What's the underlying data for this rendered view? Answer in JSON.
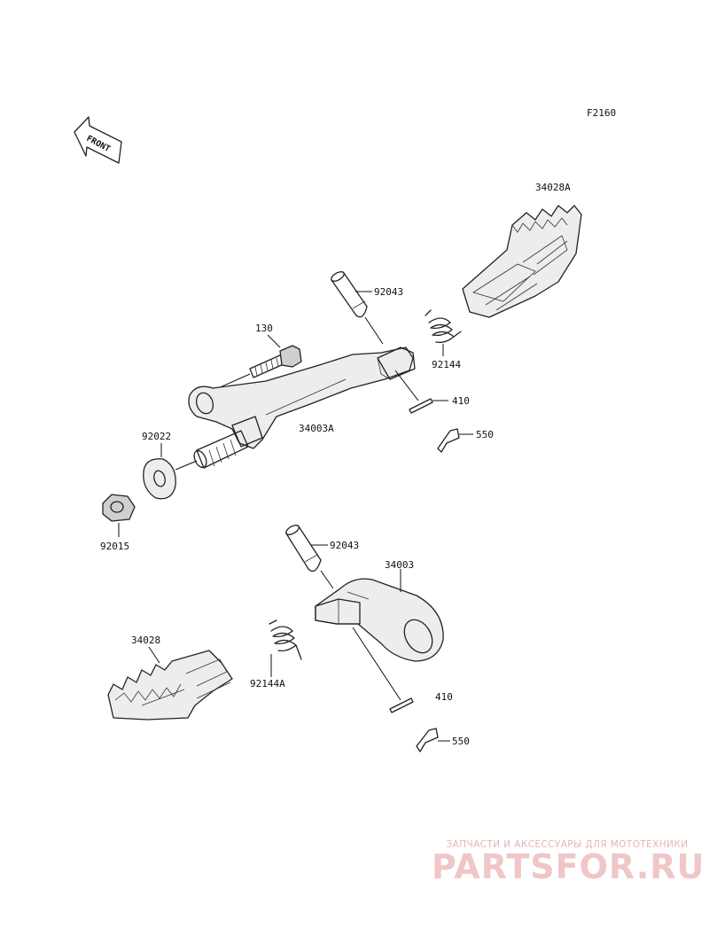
{
  "figure_code": "F2160",
  "front_label": "FRONT",
  "callouts": [
    {
      "id": "c-34028A",
      "text": "34028A"
    },
    {
      "id": "c-92043-top",
      "text": "92043"
    },
    {
      "id": "c-130",
      "text": "130"
    },
    {
      "id": "c-92144",
      "text": "92144"
    },
    {
      "id": "c-410-top",
      "text": "410"
    },
    {
      "id": "c-34003A",
      "text": "34003A"
    },
    {
      "id": "c-92022",
      "text": "92022"
    },
    {
      "id": "c-550-top",
      "text": "550"
    },
    {
      "id": "c-92015",
      "text": "92015"
    },
    {
      "id": "c-92043-bot",
      "text": "92043"
    },
    {
      "id": "c-34003",
      "text": "34003"
    },
    {
      "id": "c-34028",
      "text": "34028"
    },
    {
      "id": "c-92144A",
      "text": "92144A"
    },
    {
      "id": "c-410-bot",
      "text": "410"
    },
    {
      "id": "c-550-bot",
      "text": "550"
    }
  ],
  "watermark": {
    "tagline": "ЗАПЧАСТИ И АКСЕССУАРЫ ДЛЯ МОТОТЕХНИКИ",
    "brand": "PARTSFOR.RU"
  },
  "colors": {
    "line": "#222222",
    "watermark": "#f0c6c6"
  }
}
